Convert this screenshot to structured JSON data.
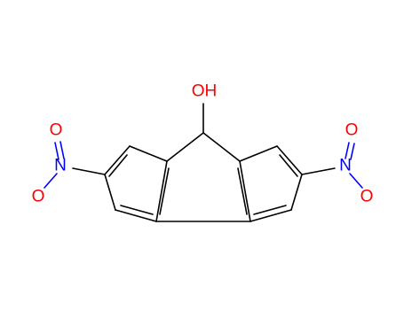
{
  "molecule": {
    "atoms": {
      "hydroxyl": {
        "label": "OH",
        "color": "#ff0000"
      },
      "nitro_left_n": {
        "label": "N",
        "color": "#0000ff"
      },
      "nitro_left_o_top": {
        "label": "O",
        "color": "#ff0000"
      },
      "nitro_left_o_bottom": {
        "label": "O",
        "color": "#ff0000"
      },
      "nitro_right_n": {
        "label": "N",
        "color": "#0000ff"
      },
      "nitro_right_o_top": {
        "label": "O",
        "color": "#ff0000"
      },
      "nitro_right_o_bottom": {
        "label": "O",
        "color": "#ff0000"
      }
    },
    "bond_color": "#000000"
  }
}
